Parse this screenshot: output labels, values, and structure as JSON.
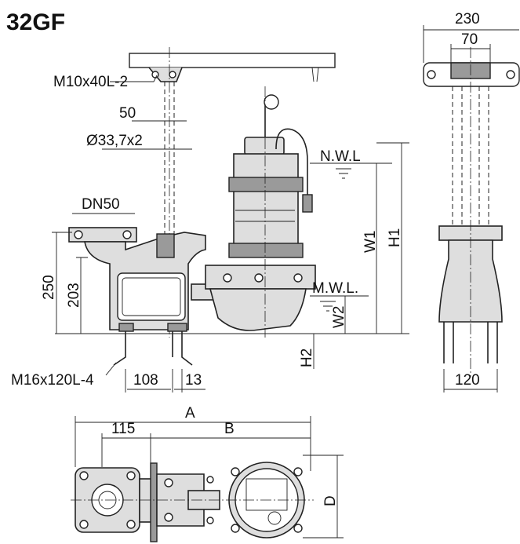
{
  "title": "32GF",
  "labels": {
    "bolt_top": "M10x40L-2",
    "dim_50": "50",
    "pipe": "Ø33,7x2",
    "dn": "DN50",
    "nwl": "N.W.L",
    "mwl": "M.W.L.",
    "w1": "W1",
    "h1": "H1",
    "w2": "W2",
    "h2": "H2",
    "dim_250": "250",
    "dim_203": "203",
    "bolt_bottom": "M16x120L-4",
    "dim_108": "108",
    "dim_13": "13",
    "dim_230": "230",
    "dim_70": "70",
    "dim_120": "120",
    "dim_a": "A",
    "dim_115": "115",
    "dim_b": "B",
    "dim_d": "D"
  }
}
